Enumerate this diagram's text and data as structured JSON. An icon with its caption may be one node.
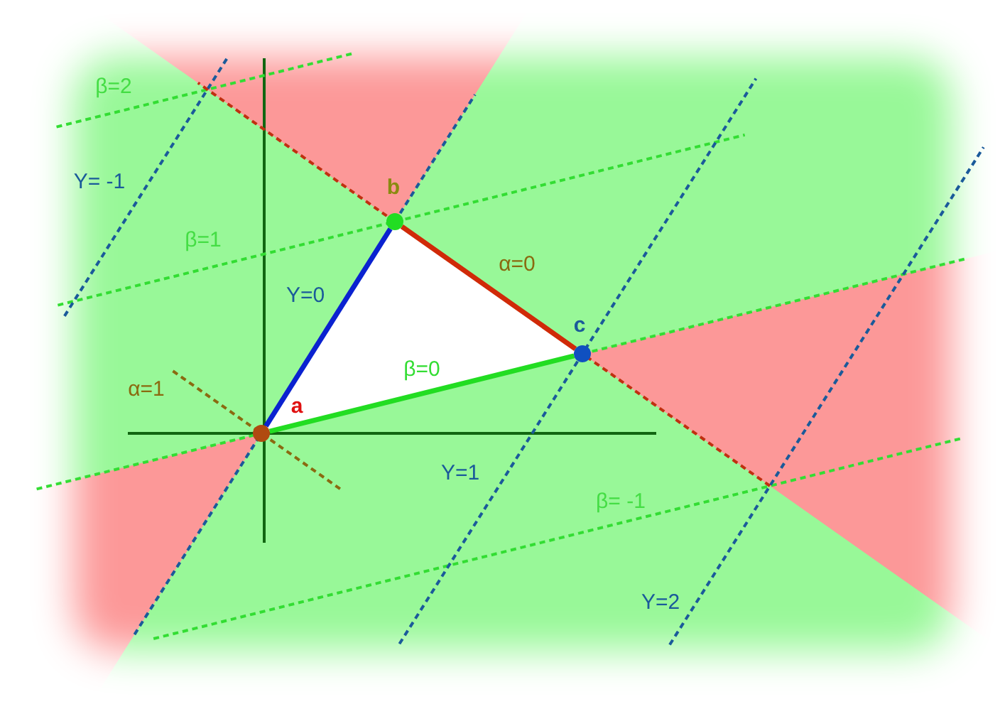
{
  "diagram": {
    "nodes": [
      {
        "text": [
          "a"
        ]
      },
      {
        "text": [
          "b"
        ]
      },
      {
        "text": [
          "c"
        ]
      }
    ],
    "edges": [
      {
        "from": 0,
        "to": 1,
        "arrow": "none",
        "label": "Y=0",
        "color": "#0a22d0"
      },
      {
        "from": 1,
        "to": 2,
        "arrow": "none",
        "label": "α=0",
        "color": "#d02a08"
      },
      {
        "from": 0,
        "to": 2,
        "arrow": "none",
        "label": "β=0",
        "color": "#22dd22"
      }
    ],
    "labels": [
      "β=2",
      "Y= -1",
      "β=1",
      "α=1",
      "Y=1",
      "β= -1",
      "Y=2"
    ]
  }
}
